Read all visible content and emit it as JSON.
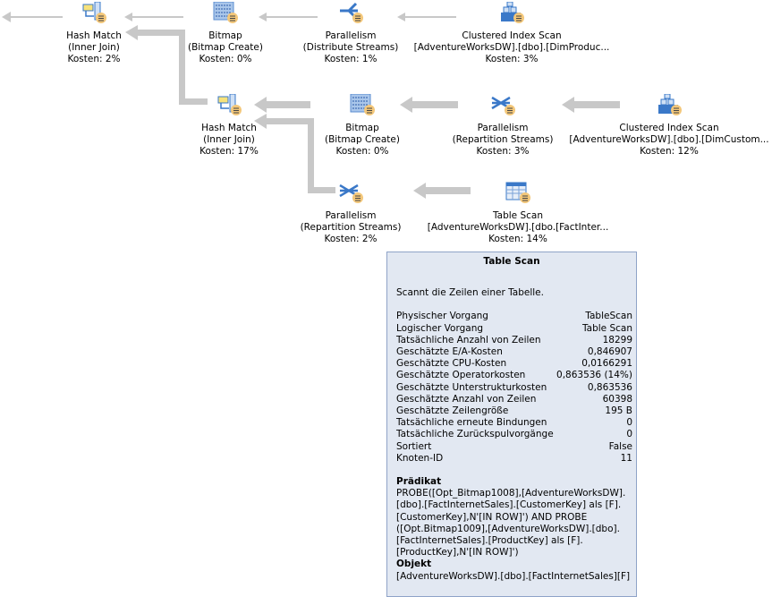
{
  "nodes": [
    {
      "id": "hash1",
      "lines": [
        "Hash Match",
        "(Inner Join)",
        "Kosten: 2%"
      ],
      "icon": "hash-match-icon"
    },
    {
      "id": "bitmap1",
      "lines": [
        "Bitmap",
        "(Bitmap Create)",
        "Kosten: 0%"
      ],
      "icon": "bitmap-icon"
    },
    {
      "id": "par1",
      "lines": [
        "Parallelism",
        "(Distribute Streams)",
        "Kosten: 1%"
      ],
      "icon": "parallelism-distribute-icon"
    },
    {
      "id": "cis1",
      "lines": [
        "Clustered Index Scan",
        "[AdventureWorksDW].[dbo].[DimProduc...",
        "Kosten: 3%"
      ],
      "icon": "clustered-index-scan-icon"
    },
    {
      "id": "hash2",
      "lines": [
        "Hash Match",
        "(Inner Join)",
        "Kosten: 17%"
      ],
      "icon": "hash-match-icon"
    },
    {
      "id": "bitmap2",
      "lines": [
        "Bitmap",
        "(Bitmap Create)",
        "Kosten: 0%"
      ],
      "icon": "bitmap-icon"
    },
    {
      "id": "par2",
      "lines": [
        "Parallelism",
        "(Repartition Streams)",
        "Kosten: 3%"
      ],
      "icon": "parallelism-repartition-icon"
    },
    {
      "id": "cis2",
      "lines": [
        "Clustered Index Scan",
        "[AdventureWorksDW].[dbo].[DimCustom...",
        "Kosten: 12%"
      ],
      "icon": "clustered-index-scan-icon"
    },
    {
      "id": "par3",
      "lines": [
        "Parallelism",
        "(Repartition Streams)",
        "Kosten: 2%"
      ],
      "icon": "parallelism-repartition-icon"
    },
    {
      "id": "tscan",
      "lines": [
        "Table Scan",
        "[AdventureWorksDW].[dbo.[FactInter...",
        "Kosten: 14%"
      ],
      "icon": "table-scan-icon"
    }
  ],
  "tooltip": {
    "title": "Table Scan",
    "description": "Scannt die Zeilen einer Tabelle.",
    "properties": [
      [
        "Physischer Vorgang",
        "TableScan"
      ],
      [
        "Logischer Vorgang",
        "Table Scan"
      ],
      [
        "Tatsächliche Anzahl von Zeilen",
        "18299"
      ],
      [
        "Geschätzte E/A-Kosten",
        "0,846907"
      ],
      [
        "Geschätzte CPU-Kosten",
        "0,0166291"
      ],
      [
        "Geschätzte Operatorkosten",
        "0,863536 (14%)"
      ],
      [
        "Geschätzte Unterstrukturkosten",
        "0,863536"
      ],
      [
        "Geschätzte Anzahl von Zeilen",
        "60398"
      ],
      [
        "Geschätzte Zeilengröße",
        "195 B"
      ],
      [
        "Tatsächliche erneute Bindungen",
        "0"
      ],
      [
        "Tatsächliche Zurückspulvorgänge",
        "0"
      ],
      [
        "Sortiert",
        "False"
      ],
      [
        "Knoten-ID",
        "11"
      ]
    ],
    "predicate_label": "Prädikat",
    "predicate_lines": [
      "PROBE([Opt_Bitmap1008],[AdventureWorksDW].",
      "[dbo].[FactInternetSales].[CustomerKey] als [F].",
      "[CustomerKey],N'[IN ROW]') AND PROBE",
      "([Opt.Bitmap1009],[AdventureWorksDW].[dbo].",
      "[FactInternetSales].[ProductKey] als [F].",
      "[ProductKey],N'[IN ROW]')"
    ],
    "object_label": "Objekt",
    "object_value": "[AdventureWorksDW].[dbo].[FactInternetSales][F]"
  },
  "colors": {
    "arrow": "#c8c8c8",
    "tooltip_bg": "#e2e8f2",
    "tooltip_border": "#8fa3c8",
    "icon_blue": "#3a78c8",
    "badge": "#f3c77a"
  }
}
